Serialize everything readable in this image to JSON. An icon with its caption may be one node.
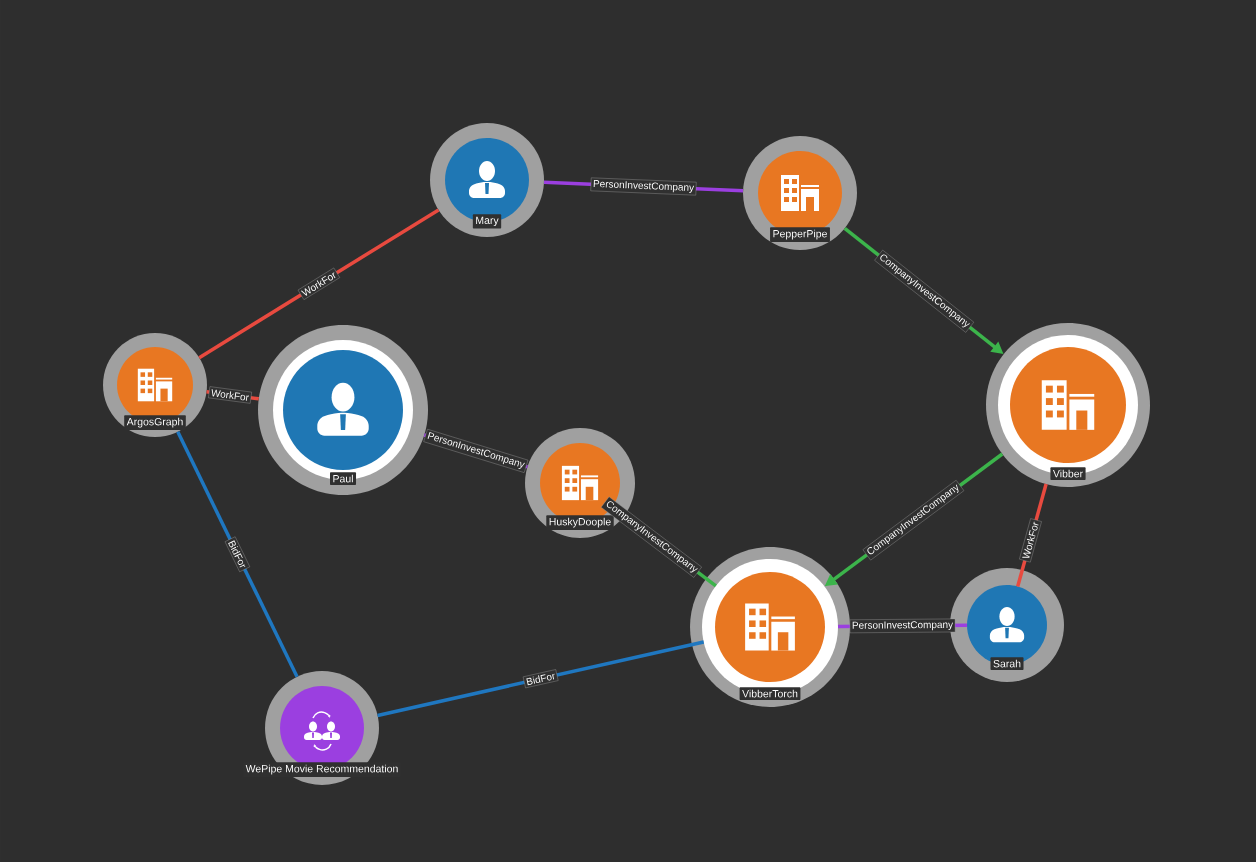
{
  "diagram": {
    "nodes": [
      {
        "text": [
          "Mary"
        ]
      },
      {
        "text": [
          "PepperPipe"
        ]
      },
      {
        "text": [
          "Vibber"
        ]
      },
      {
        "text": [
          "ArgosGraph"
        ]
      },
      {
        "text": [
          "Paul"
        ]
      },
      {
        "text": [
          "HuskyDoople"
        ]
      },
      {
        "text": [
          "VibberTorch"
        ]
      },
      {
        "text": [
          "Sarah"
        ]
      },
      {
        "text": [
          "WePipe Movie Recommendation"
        ]
      }
    ],
    "edges": [
      {
        "from": 0,
        "to": 1,
        "arrow": "none",
        "label": "PersonInvestCompany",
        "color": "#9b3fe0"
      },
      {
        "from": 0,
        "to": 3,
        "arrow": "none",
        "label": "WorkFor",
        "color": "#e84a3f"
      },
      {
        "from": 4,
        "to": 3,
        "arrow": "none",
        "label": "WorkFor",
        "color": "#e84a3f"
      },
      {
        "from": 4,
        "to": 5,
        "arrow": "none",
        "label": "PersonInvestCompany",
        "color": "#9b3fe0"
      },
      {
        "from": 1,
        "to": 2,
        "arrow": "to",
        "label": "CompanyInvestCompany",
        "color": "#3cb44b"
      },
      {
        "from": 2,
        "to": 6,
        "arrow": "to",
        "label": "CompanyInvestCompany",
        "color": "#3cb44b"
      },
      {
        "from": 5,
        "to": 6,
        "arrow": "none",
        "label": "CompanyInvestCompany",
        "color": "#3cb44b"
      },
      {
        "from": 7,
        "to": 2,
        "arrow": "none",
        "label": "WorkFor",
        "color": "#e84a3f"
      },
      {
        "from": 7,
        "to": 6,
        "arrow": "none",
        "label": "PersonInvestCompany",
        "color": "#9b3fe0"
      },
      {
        "from": 3,
        "to": 8,
        "arrow": "none",
        "label": "BidFor",
        "color": "#1f77c0"
      },
      {
        "from": 6,
        "to": 8,
        "arrow": "none",
        "label": "BidFor",
        "color": "#1f77c0"
      }
    ]
  }
}
